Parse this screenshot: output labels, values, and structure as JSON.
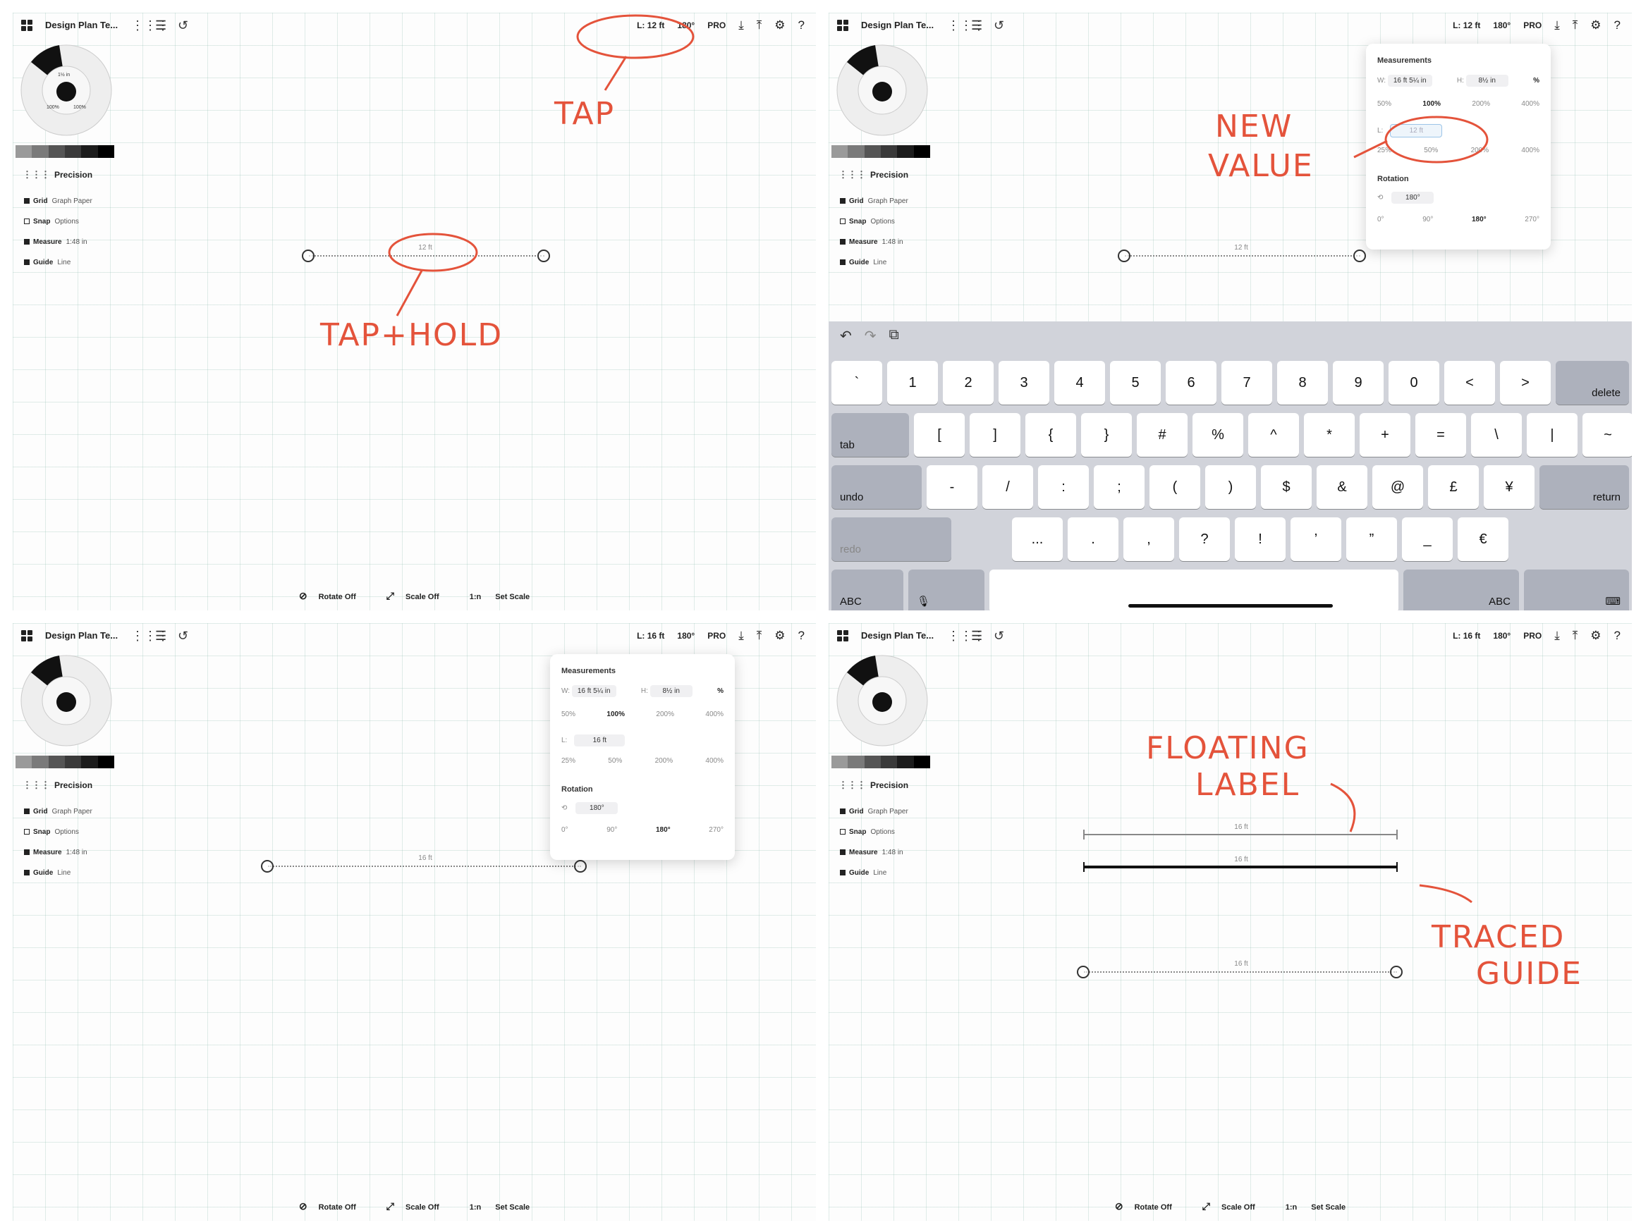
{
  "app": {
    "doc_title": "Design Plan Te...",
    "pro_label": "PRO"
  },
  "panels": {
    "p1": {
      "status_length": "L: 12 ft",
      "status_rotation": "180°",
      "guide_label": "12 ft"
    },
    "p2": {
      "status_length": "L: 12 ft",
      "status_rotation": "180°",
      "guide_label": "12 ft"
    },
    "p3": {
      "status_length": "L: 16 ft",
      "status_rotation": "180°",
      "guide_label": "16 ft"
    },
    "p4": {
      "status_length": "L: 16 ft",
      "status_rotation": "180°",
      "guide_label": "16 ft",
      "floating_label": "16 ft",
      "traced_label": "16 ft"
    }
  },
  "brush_wheel": {
    "size_label": "1½ in",
    "opacity_left": "100%",
    "opacity_right": "100%"
  },
  "swatches": [
    "#9a9a9a",
    "#7a7a7a",
    "#555555",
    "#3a3a3a",
    "#1c1c1c",
    "#000000"
  ],
  "precision": {
    "title": "Precision",
    "rows": [
      {
        "label": "Grid",
        "value": "Graph Paper",
        "checked": true
      },
      {
        "label": "Snap",
        "value": "Options",
        "checked": false
      },
      {
        "label": "Measure",
        "value": "1:48 in",
        "checked": true
      },
      {
        "label": "Guide",
        "value": "Line",
        "checked": true
      }
    ]
  },
  "bottom_bar": {
    "rotate": "Rotate Off",
    "scale": "Scale Off",
    "ratio": "1:n",
    "set_scale": "Set Scale"
  },
  "popover": {
    "measurements_title": "Measurements",
    "w_label": "W:",
    "w_value": "16 ft 5¼ in",
    "h_label": "H:",
    "h_value": "8½ in",
    "percent_icon": "%",
    "size_options": [
      "50%",
      "100%",
      "200%",
      "400%"
    ],
    "size_selected": "100%",
    "l_label": "L:",
    "l_value_p2": "12 ft",
    "l_value_p3": "16 ft",
    "length_options": [
      "25%",
      "50%",
      "200%",
      "400%"
    ],
    "rotation_title": "Rotation",
    "rotation_value": "180°",
    "rotation_options": [
      "0°",
      "90°",
      "180°",
      "270°"
    ],
    "rotation_selected": "180°"
  },
  "keyboard": {
    "row1": [
      "`",
      "1",
      "2",
      "3",
      "4",
      "5",
      "6",
      "7",
      "8",
      "9",
      "0",
      "<",
      ">"
    ],
    "delete": "delete",
    "tab": "tab",
    "row2": [
      "[",
      "]",
      "{",
      "}",
      "#",
      "%",
      "^",
      "*",
      "+",
      "=",
      "\\",
      "|",
      "~"
    ],
    "undo": "undo",
    "row3": [
      "-",
      "/",
      ":",
      ";",
      "(",
      ")",
      "$",
      "&",
      "@",
      "£",
      "¥"
    ],
    "return": "return",
    "redo": "redo",
    "row4": [
      "...",
      ".",
      ",",
      "?",
      "!",
      "’",
      "”",
      "_",
      "€"
    ],
    "abc_left": "ABC",
    "abc_right": "ABC"
  },
  "annotations": {
    "tap": "TAP",
    "tap_hold": "TAP+HOLD",
    "new_value_1": "NEW",
    "new_value_2": "VALUE",
    "floating_1": "FLOATING",
    "floating_2": "LABEL",
    "traced_1": "TRACED",
    "traced_2": "GUIDE"
  },
  "colors": {
    "annotation": "#e4533b",
    "grid": "#b9d9d0",
    "keyboard_bg": "#d1d3da",
    "key_fn": "#adb1bc"
  }
}
